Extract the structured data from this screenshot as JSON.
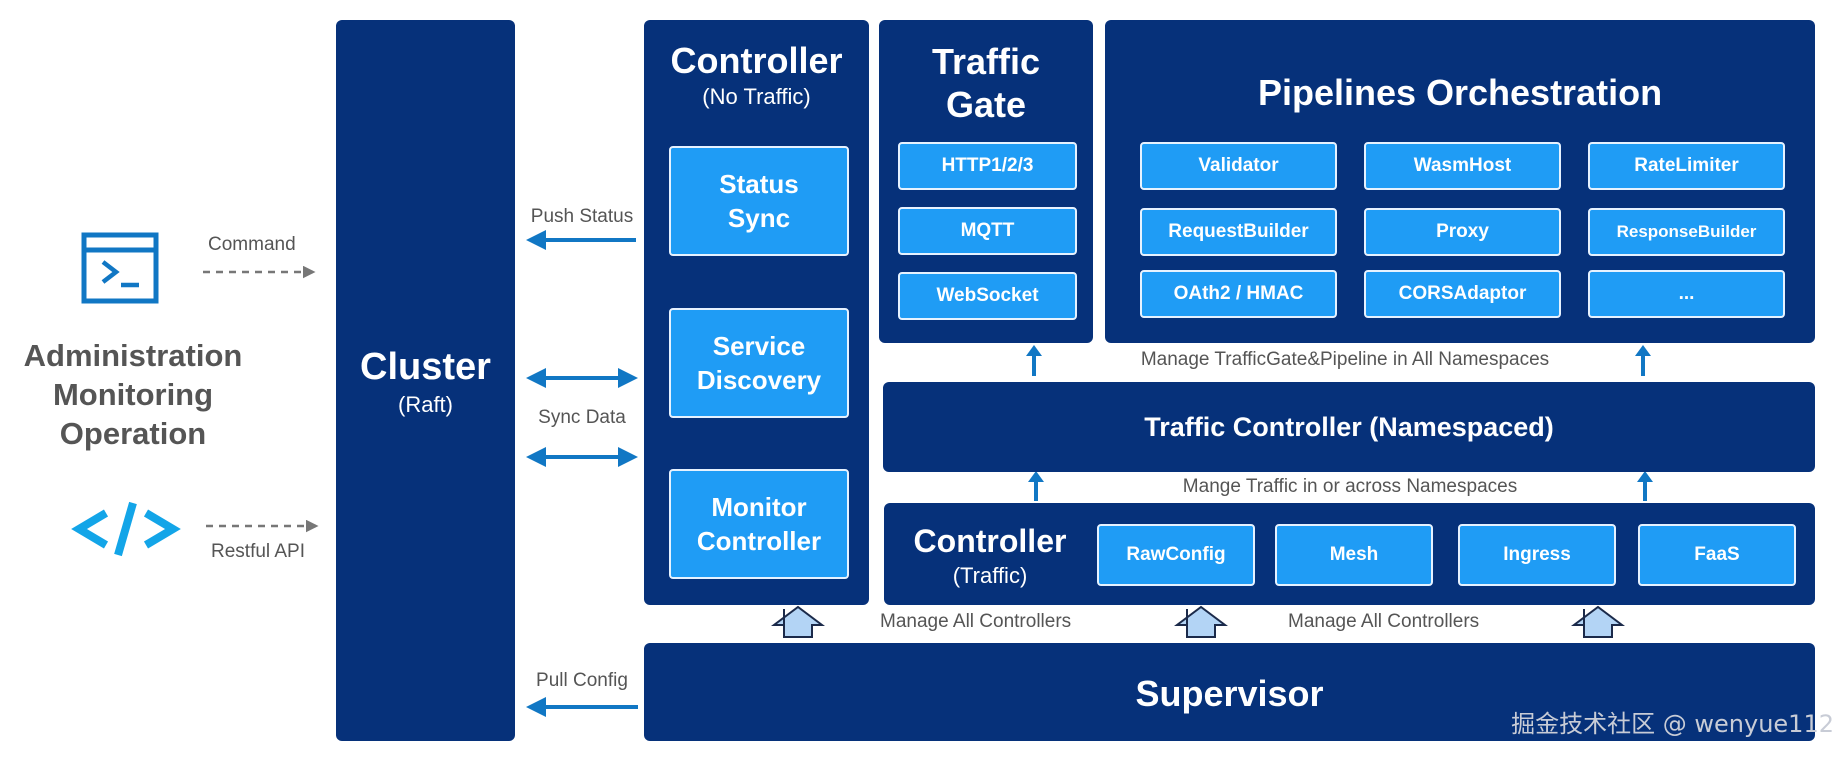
{
  "left": {
    "command_label": "Command",
    "restful_label": "Restful API",
    "roles": [
      "Administration",
      "Monitoring",
      "Operation"
    ],
    "icons": [
      "terminal-icon",
      "code-icon"
    ]
  },
  "cluster": {
    "title": "Cluster",
    "subtitle": "(Raft)"
  },
  "arrows": {
    "push_status": "Push Status",
    "sync_data": "Sync Data",
    "pull_config": "Pull Config"
  },
  "controller_no_traffic": {
    "title": "Controller",
    "subtitle": "(No Traffic)",
    "items": [
      {
        "line1": "Status",
        "line2": "Sync"
      },
      {
        "line1": "Service",
        "line2": "Discovery"
      },
      {
        "line1": "Monitor",
        "line2": "Controller"
      }
    ]
  },
  "traffic_gate": {
    "title_line1": "Traffic",
    "title_line2": "Gate",
    "items": [
      "HTTP1/2/3",
      "MQTT",
      "WebSocket"
    ]
  },
  "pipelines": {
    "title": "Pipelines Orchestration",
    "items": [
      "Validator",
      "WasmHost",
      "RateLimiter",
      "RequestBuilder",
      "Proxy",
      "ResponseBuilder",
      "OAth2 / HMAC",
      "CORSAdaptor",
      "..."
    ]
  },
  "notes": {
    "manage_gate": "Manage TrafficGate&Pipeline in All Namespaces",
    "manage_traffic": "Mange Traffic in or across Namespaces",
    "manage_controllers_1": "Manage All Controllers",
    "manage_controllers_2": "Manage All Controllers"
  },
  "traffic_controller": {
    "title": "Traffic Controller (Namespaced)"
  },
  "controller_traffic": {
    "title": "Controller",
    "subtitle": "(Traffic)",
    "items": [
      "RawConfig",
      "Mesh",
      "Ingress",
      "FaaS"
    ]
  },
  "supervisor": {
    "title": "Supervisor"
  },
  "watermark": "掘金技术社区 @ wenyue112",
  "colors": {
    "navy": "#06317a",
    "chip": "#1f9cf5",
    "arrow": "#1177c4",
    "light_arrow": "#b3d4f5"
  }
}
